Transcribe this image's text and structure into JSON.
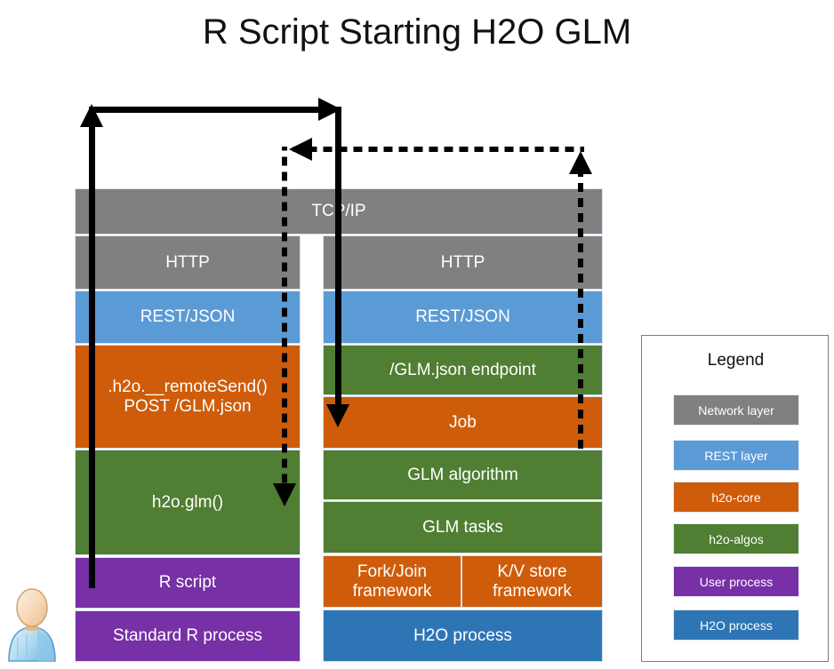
{
  "title": "R Script Starting H2O GLM",
  "network_band": {
    "label": "TCP/IP"
  },
  "left_stack": {
    "name": "Standard R process stack",
    "blocks": [
      {
        "label": "HTTP",
        "layer": "network",
        "color": "#808080"
      },
      {
        "label": "REST/JSON",
        "layer": "rest",
        "color": "#5B9BD5"
      },
      {
        "label": ".h2o.__remoteSend()\nPOST /GLM.json",
        "layer": "h2o-core",
        "color": "#CF5C0A"
      },
      {
        "label": "h2o.glm()",
        "layer": "h2o-algos",
        "color": "#507E32"
      },
      {
        "label": "R script",
        "layer": "user-process",
        "color": "#7730A6"
      },
      {
        "label": "Standard R process",
        "layer": "user-process",
        "color": "#7730A6"
      }
    ]
  },
  "right_stack": {
    "name": "H2O process stack",
    "blocks": [
      {
        "label": "HTTP",
        "layer": "network",
        "color": "#808080"
      },
      {
        "label": "REST/JSON",
        "layer": "rest",
        "color": "#5B9BD5"
      },
      {
        "label": "/GLM.json endpoint",
        "layer": "h2o-algos",
        "color": "#507E32"
      },
      {
        "label": "Job",
        "layer": "h2o-core",
        "color": "#CF5C0A"
      },
      {
        "label": "GLM algorithm",
        "layer": "h2o-algos",
        "color": "#507E32"
      },
      {
        "label": "GLM tasks",
        "layer": "h2o-algos",
        "color": "#507E32"
      },
      {
        "label": "Fork/Join\nframework",
        "layer": "h2o-core",
        "color": "#CF5C0A"
      },
      {
        "label": "K/V store\nframework",
        "layer": "h2o-core",
        "color": "#CF5C0A"
      },
      {
        "label": "H2O process",
        "layer": "h2o-process",
        "color": "#2E75B6"
      }
    ]
  },
  "legend": {
    "title": "Legend",
    "items": [
      {
        "label": "Network layer",
        "color": "#808080"
      },
      {
        "label": "REST layer",
        "color": "#5B9BD5"
      },
      {
        "label": "h2o-core",
        "color": "#CF5C0A"
      },
      {
        "label": "h2o-algos",
        "color": "#507E32"
      },
      {
        "label": "User process",
        "color": "#7730A6"
      },
      {
        "label": "H2O process",
        "color": "#2E75B6"
      }
    ]
  },
  "arrows": {
    "request": {
      "style": "solid",
      "description": "request flow up left stack, across top, down into Job"
    },
    "response": {
      "style": "dashed",
      "description": "response flow up right stack, across, down into h2o.glm()"
    }
  },
  "actor": {
    "label": "user-actor"
  }
}
